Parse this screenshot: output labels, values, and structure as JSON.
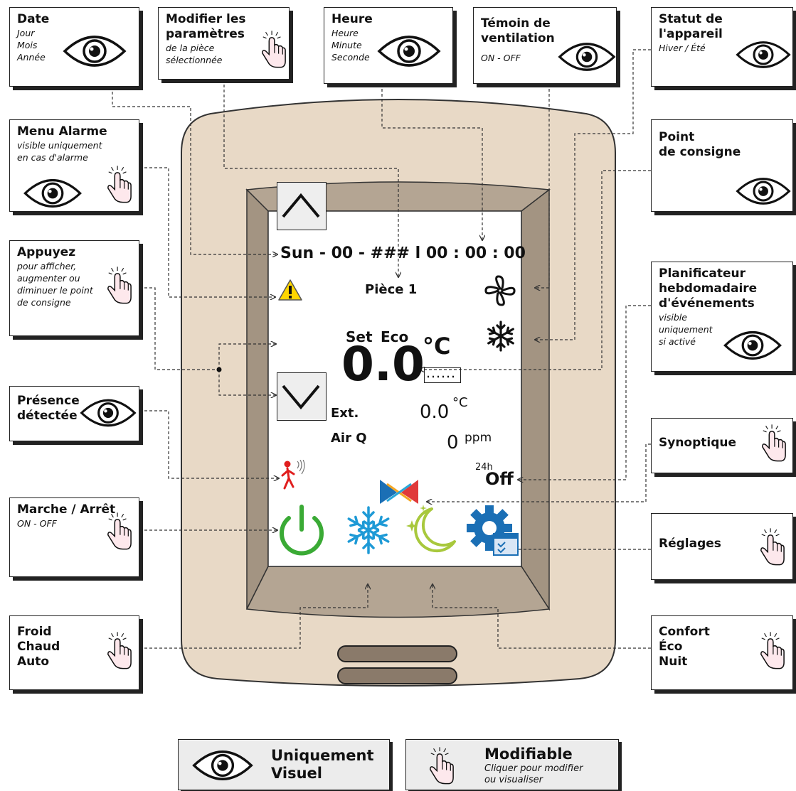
{
  "callouts": {
    "date": {
      "title": "Date",
      "lines": [
        "Jour",
        "Mois",
        "Année"
      ]
    },
    "modifier": {
      "title_l1": "Modifier les",
      "title_l2": "paramètres",
      "sub_l1": "de la pièce",
      "sub_l2": "sélectionnée"
    },
    "heure": {
      "title": "Heure",
      "lines": [
        "Heure",
        "Minute",
        "Seconde"
      ]
    },
    "temoin": {
      "title_l1": "Témoin de",
      "title_l2": "ventilation",
      "sub": "ON - OFF"
    },
    "statut": {
      "title_l1": "Statut de",
      "title_l2": "l'appareil",
      "sub": "Hiver / Été"
    },
    "alarme": {
      "title": "Menu Alarme",
      "sub_l1": "visible uniquement",
      "sub_l2": "en cas d'alarme"
    },
    "consigne": {
      "title_l1": "Point",
      "title_l2": "de consigne"
    },
    "appuyez": {
      "title": "Appuyez",
      "lines": [
        "pour afficher,",
        "augmenter ou",
        "diminuer le point",
        "de consigne"
      ]
    },
    "planif": {
      "title_l1": "Planificateur",
      "title_l2": "hebdomadaire",
      "title_l3": "d'événements",
      "lines": [
        "visible",
        "uniquement",
        "si activé"
      ]
    },
    "presence": {
      "title_l1": "Présence",
      "title_l2": "détectée"
    },
    "synoptique": {
      "title": "Synoptique"
    },
    "marche": {
      "title": "Marche / Arrêt",
      "sub": "ON - OFF"
    },
    "reglages": {
      "title": "Réglages"
    },
    "froid": {
      "lines": [
        "Froid",
        "Chaud",
        "Auto"
      ]
    },
    "confort": {
      "lines": [
        "Confort",
        "Éco",
        "Nuit"
      ]
    }
  },
  "screen": {
    "datetime": "Sun - 00 - ###  l  00 : 00 : 00",
    "room": "Pièce 1",
    "set": "Set",
    "eco": "Eco",
    "setpoint": "0.0",
    "unit": "°C",
    "ext_label": "Ext.",
    "ext_value": "0.0",
    "ext_unit": "°C",
    "airq_label": "Air  Q",
    "airq_value": "0",
    "airq_unit": "ppm",
    "schedule_top": "24h",
    "schedule": "Off"
  },
  "legend": {
    "visual_l1": "Uniquement",
    "visual_l2": "Visuel",
    "editable": "Modifiable",
    "editable_sub_l1": "Cliquer pour modifier",
    "editable_sub_l2": "ou visualiser"
  },
  "colors": {
    "casing": "#e8d9c6",
    "bezel": "#b4a593",
    "power": "#3aaa35",
    "snow": "#1e9ad6",
    "moon": "#a8c83c",
    "gear": "#1b6fb5",
    "alert": "#ffd600",
    "person": "#e01e1e"
  }
}
